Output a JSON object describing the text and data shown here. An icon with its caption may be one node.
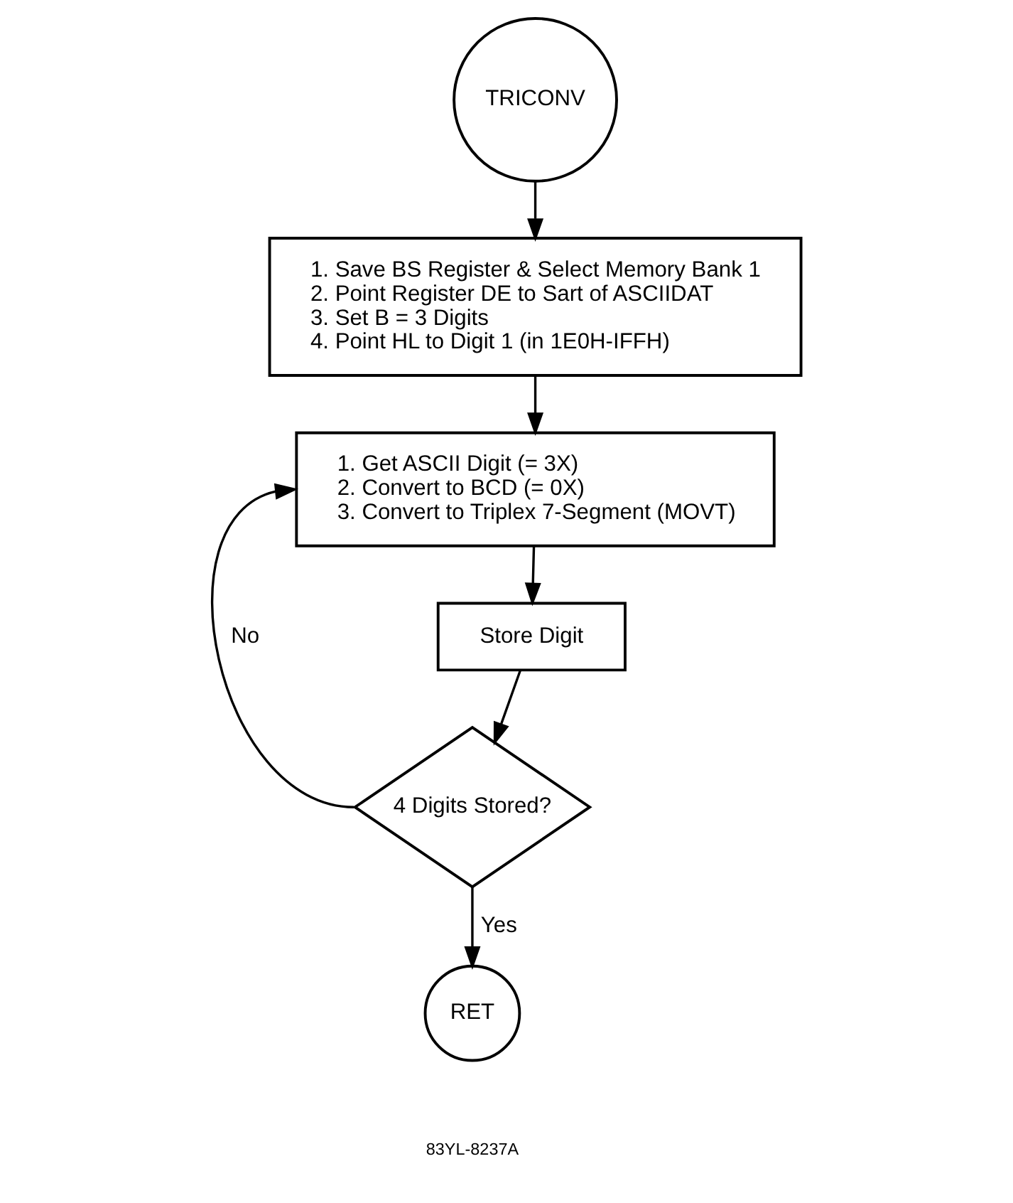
{
  "diagram": {
    "nodes": [
      {
        "text": [
          "TRICONV"
        ]
      },
      {
        "text": [
          "1. Save BS Register & Select Memory Bank 1",
          "2. Point Register DE to Sart of ASCIIDAT",
          "3. Set B = 3 Digits",
          "4. Point HL to Digit 1 (in 1E0H-IFFH)"
        ]
      },
      {
        "text": [
          "1. Get ASCII Digit (= 3X)",
          "2. Convert to BCD (= 0X)",
          "3. Convert to Triplex 7-Segment (MOVT)"
        ]
      },
      {
        "text": [
          "Store Digit"
        ]
      },
      {
        "text": [
          "4 Digits Stored?"
        ]
      },
      {
        "text": [
          "RET"
        ]
      }
    ],
    "edges": [
      {
        "from": 0,
        "to": 1,
        "arrow": "to"
      },
      {
        "from": 1,
        "to": 2,
        "arrow": "to"
      },
      {
        "from": 2,
        "to": 3,
        "arrow": "to"
      },
      {
        "from": 3,
        "to": 4,
        "arrow": "to"
      },
      {
        "from": 4,
        "to": 2,
        "arrow": "to",
        "label": "No"
      },
      {
        "from": 4,
        "to": 5,
        "arrow": "to",
        "label": "Yes"
      }
    ],
    "labels": [
      "83YL-8237A"
    ]
  }
}
